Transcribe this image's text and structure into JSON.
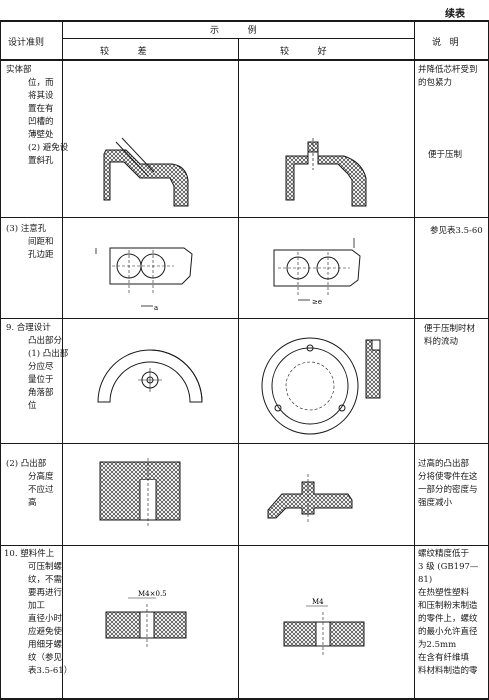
{
  "page_note": "续表",
  "header": {
    "col1": "设计准则",
    "examples": "示          例",
    "worse": "较          差",
    "better": "较          好",
    "notes": "说   明"
  },
  "rows": [
    {
      "criterion": "实体部\n位，而\n将其设\n置在有\n凹槽的\n薄壁处\n(2) 避免设\n置斜孔",
      "note": "并降低芯杆受到\n的包紧力",
      "note2": "便于压制"
    },
    {
      "criterion": "(3) 注意孔\n间距和\n孔边距",
      "note": "参见表3.5-60",
      "dim_worse": "a",
      "dim_better": "≥e"
    },
    {
      "criterion": "9. 合理设计\n凸出部分\n(1) 凸出部\n分应尽\n量位于\n角落部\n位",
      "note": "便于压制时材\n料的流动"
    },
    {
      "criterion": "(2) 凸出部\n分高度\n不应过\n高",
      "note": "过高的凸出部\n分将使零件在这\n一部分的密度与\n强度减小"
    },
    {
      "criterion": "10. 塑料件上\n可压制螺\n纹，不需\n要再进行\n加工\n直径小时\n应避免使\n用细牙螺\n纹（参见\n表3.5-61）",
      "note": "螺纹精度低于\n3 级 (GB197—\n81)\n  在热塑性塑料\n和压制粉末制造\n的零件上，螺纹\n的最小允许直径\n为2.5mm\n  在含有纤维填\n料材料制造的零",
      "thread_worse": "M4×0.5",
      "thread_better": "M4"
    }
  ]
}
